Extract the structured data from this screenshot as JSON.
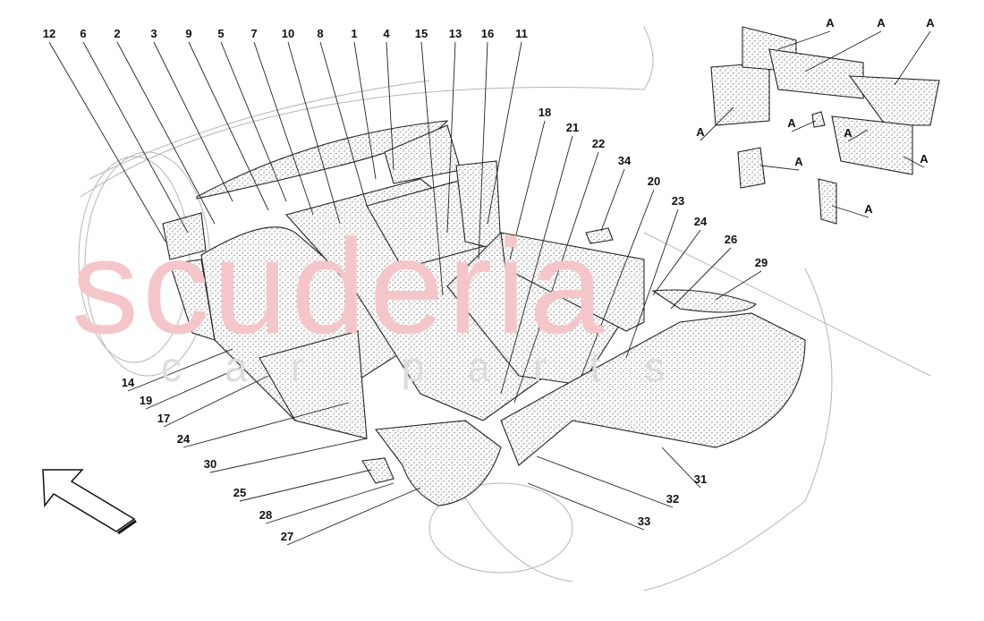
{
  "watermark": {
    "line1": "scuderia",
    "line2": "car parts"
  },
  "labels": [
    "12",
    "6",
    "2",
    "3",
    "9",
    "5",
    "7",
    "10",
    "8",
    "1",
    "4",
    "15",
    "13",
    "16",
    "11",
    "18",
    "21",
    "22",
    "34",
    "20",
    "23",
    "24",
    "26",
    "29",
    "14",
    "19",
    "17",
    "24",
    "30",
    "25",
    "28",
    "27",
    "33",
    "32",
    "31"
  ],
  "detail_labels": [
    "A",
    "A",
    "A",
    "A",
    "A",
    "A",
    "A",
    "A",
    "A"
  ],
  "colors": {
    "watermark_red": "#f2b8bd",
    "watermark_grey": "#d9d9d9",
    "ink": "#222222"
  },
  "icons": {
    "direction": "arrow-up-left-icon"
  }
}
